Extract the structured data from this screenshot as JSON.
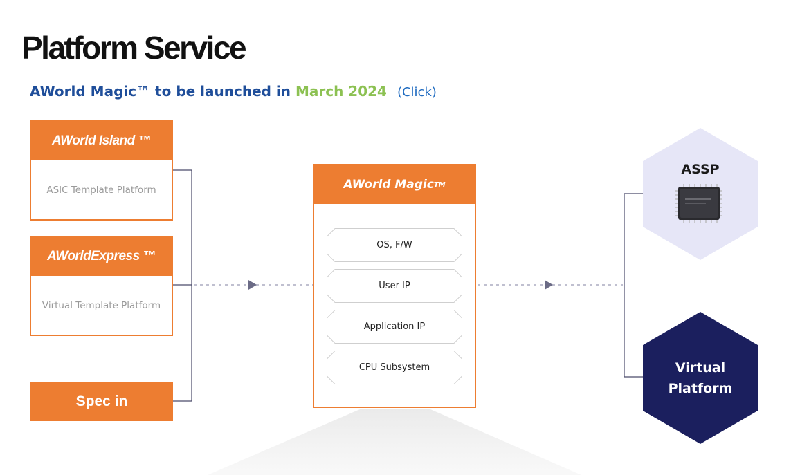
{
  "header": {
    "title": "Platform Service",
    "subtitle_prefix": "AWorld Magic™ to be launched in ",
    "subtitle_highlight": "March 2024",
    "link_open": "(",
    "link_text": "Click",
    "link_close": ")"
  },
  "inputs": [
    {
      "title": "AWorld Island ™",
      "body": "ASIC Template Platform"
    },
    {
      "title": "AWorldExpress ™",
      "body": "Virtual Template Platform"
    }
  ],
  "spec_in": "Spec in",
  "magic": {
    "title": "AWorld Magic",
    "tm": "TM",
    "layers": [
      "OS, F/W",
      "User IP",
      "Application IP",
      "CPU Subsystem"
    ]
  },
  "outputs": [
    {
      "label": "ASSP",
      "color": "#e6e6f7"
    },
    {
      "label_line1": "Virtual",
      "label_line2": "Platform",
      "color": "#1b1f5e"
    }
  ],
  "colors": {
    "accent": "#ed7d31",
    "navy": "#1b1f5e",
    "blue_text": "#1f4e9a",
    "green_text": "#8cc152"
  }
}
